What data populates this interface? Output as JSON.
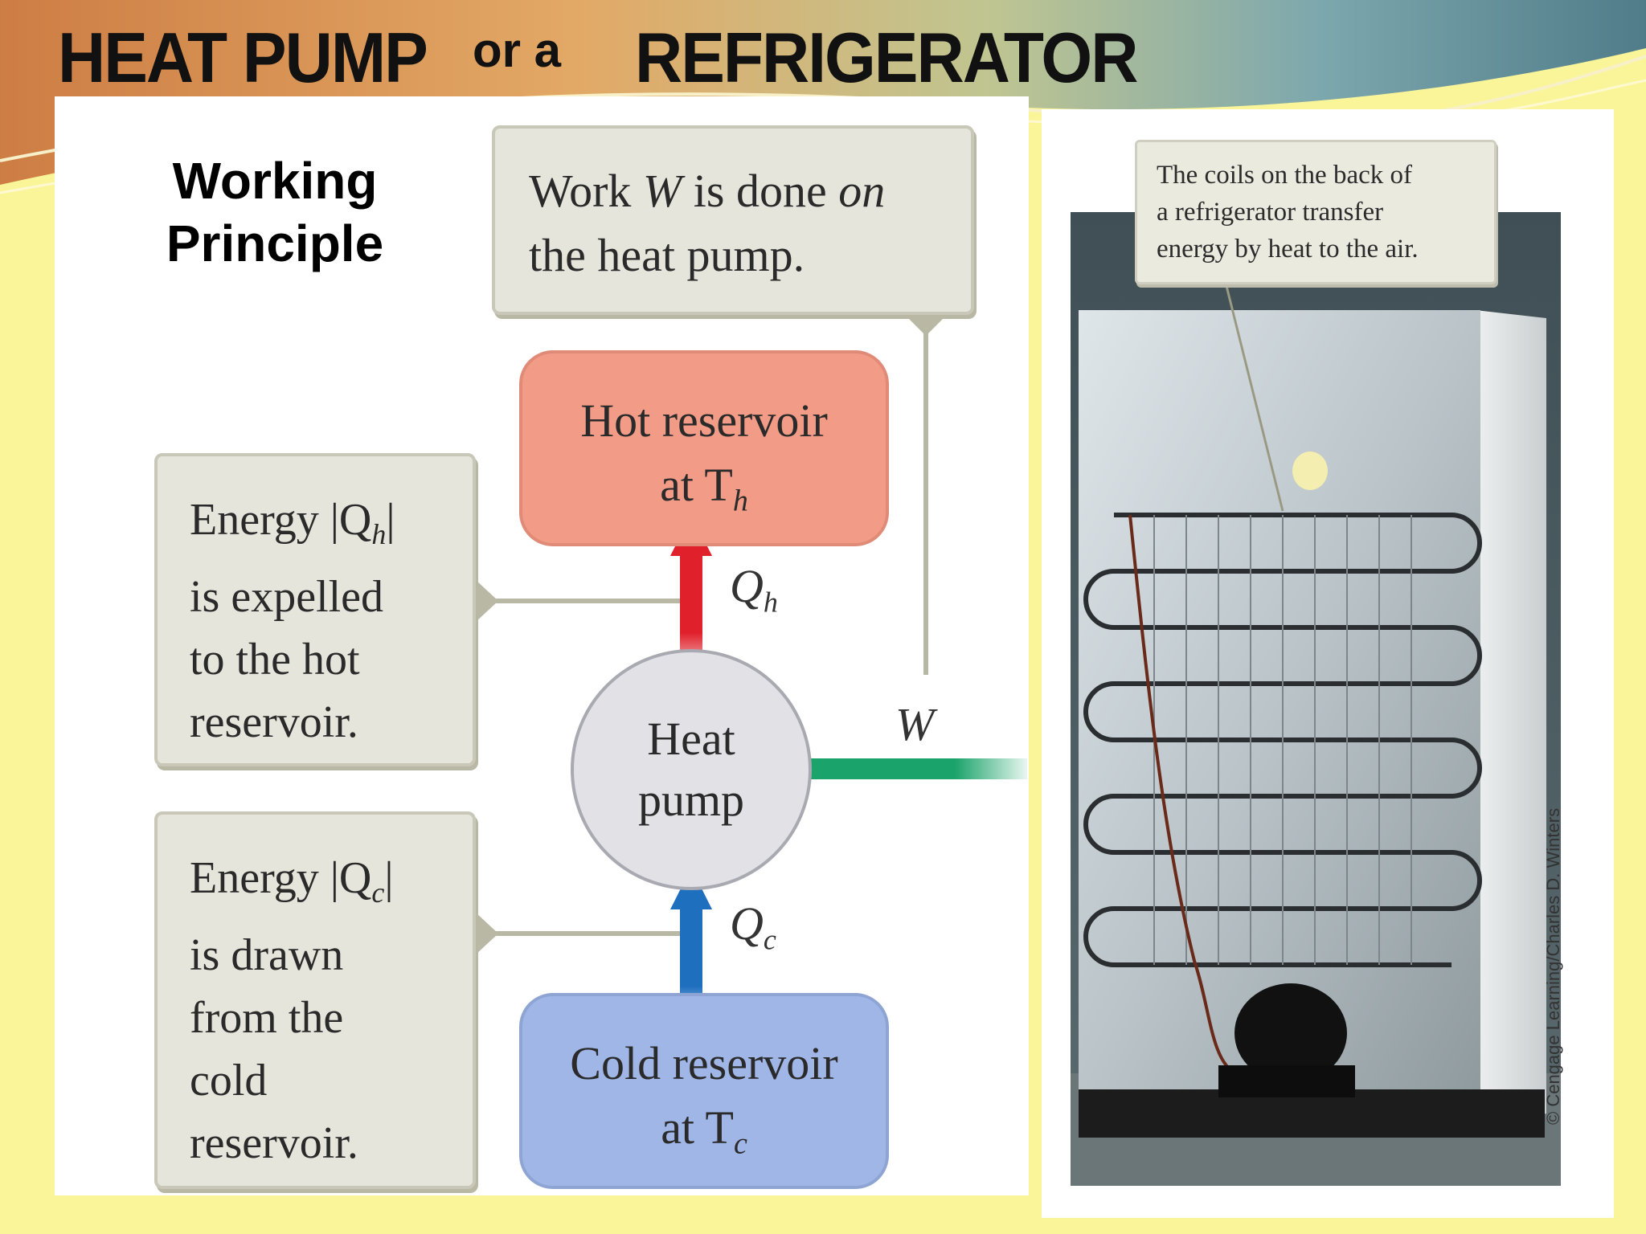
{
  "title": {
    "part1": "HEAT PUMP",
    "part2": "or a",
    "part3": "REFRIGERATOR"
  },
  "heading": {
    "line1": "Working",
    "line2": "Principle"
  },
  "work_box": {
    "line1": "Work W is done on",
    "line2": "the heat pump."
  },
  "hot_reservoir": {
    "line1": "Hot reservoir",
    "line2": "at T",
    "subscript": "h"
  },
  "cold_reservoir": {
    "line1": "Cold reservoir",
    "line2": "at T",
    "subscript": "c"
  },
  "heat_pump": {
    "line1": "Heat",
    "line2": "pump"
  },
  "qh_box": {
    "line1": "Energy |Q",
    "line1_sub": "h",
    "line1_end": "|",
    "line2": "is expelled",
    "line3": "to the hot",
    "line4": "reservoir."
  },
  "qc_box": {
    "line1": "Energy |Q",
    "line1_sub": "c",
    "line1_end": "|",
    "line2": "is drawn",
    "line3": "from the",
    "line4": "cold",
    "line5": "reservoir."
  },
  "flow_labels": {
    "qh": "Q",
    "qh_sub": "h",
    "qc": "Q",
    "qc_sub": "c",
    "w": "W"
  },
  "photo": {
    "caption_line1": "The coils on the back of",
    "caption_line2": "a refrigerator transfer",
    "caption_line3": "energy by heat to the air.",
    "credit": "© Cengage Learning/Charles D. Winters"
  },
  "colors": {
    "hot_arrow": "#e0202a",
    "cold_arrow": "#1f6fbf",
    "work_arrow": "#1aa36a",
    "hot_reservoir": "#f29b87",
    "cold_reservoir": "#9fb6e6",
    "slide_background": "#fbf59a"
  }
}
